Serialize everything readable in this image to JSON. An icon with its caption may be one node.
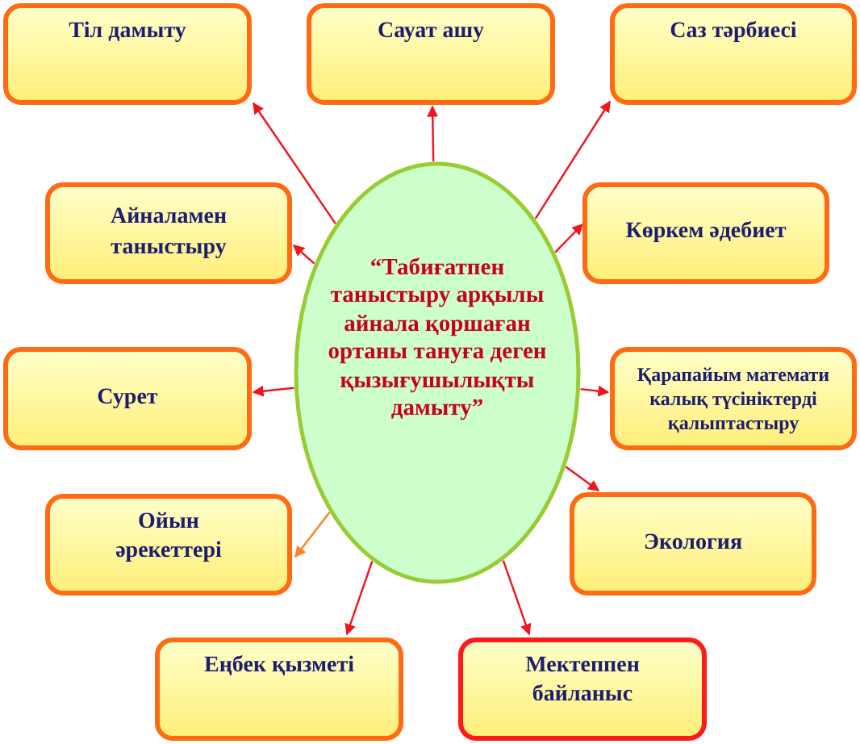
{
  "diagram": {
    "nodes": [
      {
        "text": [
          "“Табиғатпен таныстыру арқылы айнала қоршаған ортаны тануға деген қызығушылықты дамыту”"
        ]
      },
      {
        "text": [
          "Тіл дамыту"
        ]
      },
      {
        "text": [
          "Сауат ашу"
        ]
      },
      {
        "text": [
          "Саз тәрбиесі"
        ]
      },
      {
        "text": [
          "Айналамен таныстыру"
        ]
      },
      {
        "text": [
          "Көркем әдебиет"
        ]
      },
      {
        "text": [
          "Сурет"
        ]
      },
      {
        "text": [
          "Қарапайым математи калық түсініктерді қалыптастыру"
        ]
      },
      {
        "text": [
          "Ойын әрекеттері"
        ]
      },
      {
        "text": [
          "Экология"
        ]
      },
      {
        "text": [
          "Еңбек қызметі"
        ]
      },
      {
        "text": [
          "Мектеппен байланыс"
        ]
      }
    ],
    "edges": [
      {
        "from": 0,
        "to": 1,
        "arrow": "to"
      },
      {
        "from": 0,
        "to": 2,
        "arrow": "to"
      },
      {
        "from": 0,
        "to": 3,
        "arrow": "to"
      },
      {
        "from": 0,
        "to": 4,
        "arrow": "to"
      },
      {
        "from": 0,
        "to": 5,
        "arrow": "to"
      },
      {
        "from": 0,
        "to": 6,
        "arrow": "to"
      },
      {
        "from": 0,
        "to": 7,
        "arrow": "to"
      },
      {
        "from": 0,
        "to": 8,
        "arrow": "to",
        "color": "#ff7f27"
      },
      {
        "from": 0,
        "to": 9,
        "arrow": "to"
      },
      {
        "from": 0,
        "to": 10,
        "arrow": "to"
      },
      {
        "from": 0,
        "to": 11,
        "arrow": "to"
      }
    ]
  }
}
